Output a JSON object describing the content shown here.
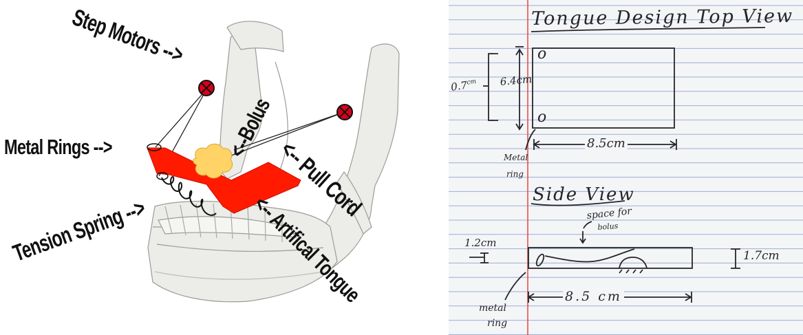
{
  "left": {
    "labels": {
      "step_motors": "Step Motors -->",
      "bolus": "<--Bolus",
      "metal_rings": "Metal Rings -->",
      "pull_cord": "<-- Pull Cord",
      "tension_spring": "Tension Spring -->",
      "artificial_tongue": "<-- Artifical Tongue"
    },
    "colors": {
      "tongue": "#ff1a00",
      "bolus": "#ffd366",
      "motor": "#d9001a",
      "bone": "#e8e8e4"
    }
  },
  "right": {
    "title": "Tongue Design Top View",
    "top_view": {
      "dim_0_7": "0.7",
      "dim_0_7_unit": "cm",
      "dim_6_4": "6.4cm",
      "dim_8_5": "8.5cm",
      "ring_mark_top": "o",
      "ring_mark_bottom": "o",
      "metal_ring_label_1": "Metal",
      "metal_ring_label_2": "ring"
    },
    "side_title": "Side View",
    "side_view": {
      "space_for_1": "space  for",
      "space_for_2": "bolus",
      "dim_1_2": "1.2cm",
      "dim_1_7": "1.7cm",
      "dim_8_5": "8.5 cm",
      "metal_ring_label_1": "metal",
      "metal_ring_label_2": "ring"
    },
    "colors": {
      "paper": "#f4f5f7",
      "rule": "#7f96c8",
      "margin": "#e0463c",
      "ink": "#25252b"
    }
  }
}
